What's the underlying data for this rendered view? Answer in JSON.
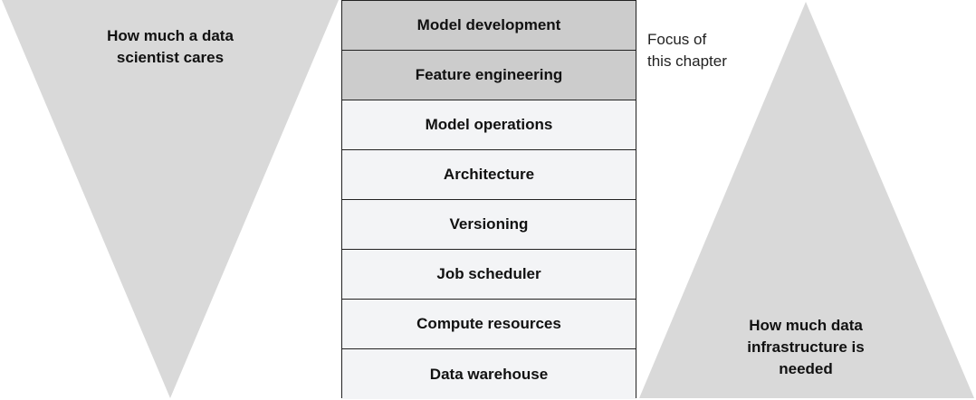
{
  "colors": {
    "triangle_fill": "#d9d9d9",
    "focus_layer_fill": "#cccccc",
    "layer_fill": "#f3f4f6",
    "border": "#222222"
  },
  "left_triangle": {
    "label": "How much a data\nscientist cares"
  },
  "right_triangle": {
    "label": "How much data\ninfrastructure is\nneeded"
  },
  "focus_note": "Focus of\nthis chapter",
  "layers": [
    {
      "label": "Model development",
      "focus": true
    },
    {
      "label": "Feature engineering",
      "focus": true
    },
    {
      "label": "Model operations",
      "focus": false
    },
    {
      "label": "Architecture",
      "focus": false
    },
    {
      "label": "Versioning",
      "focus": false
    },
    {
      "label": "Job scheduler",
      "focus": false
    },
    {
      "label": "Compute resources",
      "focus": false
    },
    {
      "label": "Data warehouse",
      "focus": false
    }
  ]
}
